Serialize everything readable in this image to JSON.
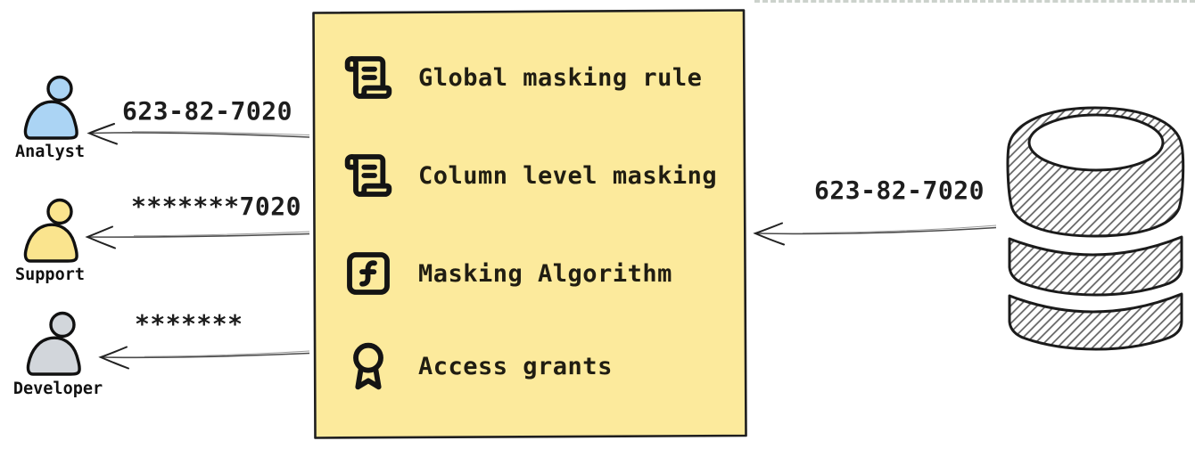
{
  "colors": {
    "box_fill": "#FCEA9C",
    "ink": "#1b1b1b",
    "arrow": "#4a4a4a",
    "hatch_line": "#5f5f5f",
    "analyst_fill": "#ABD4F4",
    "support_fill": "#FAE48E",
    "developer_fill": "#D2D6DB"
  },
  "actors": [
    {
      "name": "Analyst",
      "masked_value": "623-82-7020",
      "fill": "#ABD4F4"
    },
    {
      "name": "Support",
      "masked_value": "*******7020",
      "fill": "#FAE48E"
    },
    {
      "name": "Developer",
      "masked_value": "*******",
      "fill": "#D2D6DB"
    }
  ],
  "masking_box": {
    "items": [
      {
        "icon": "scroll-text-icon",
        "label": "Global masking rule"
      },
      {
        "icon": "scroll-text-icon",
        "label": "Column level masking"
      },
      {
        "icon": "function-square-icon",
        "label": "Masking Algorithm"
      },
      {
        "icon": "award-icon",
        "label": "Access grants"
      }
    ]
  },
  "database": {
    "output_value": "623-82-7020"
  }
}
